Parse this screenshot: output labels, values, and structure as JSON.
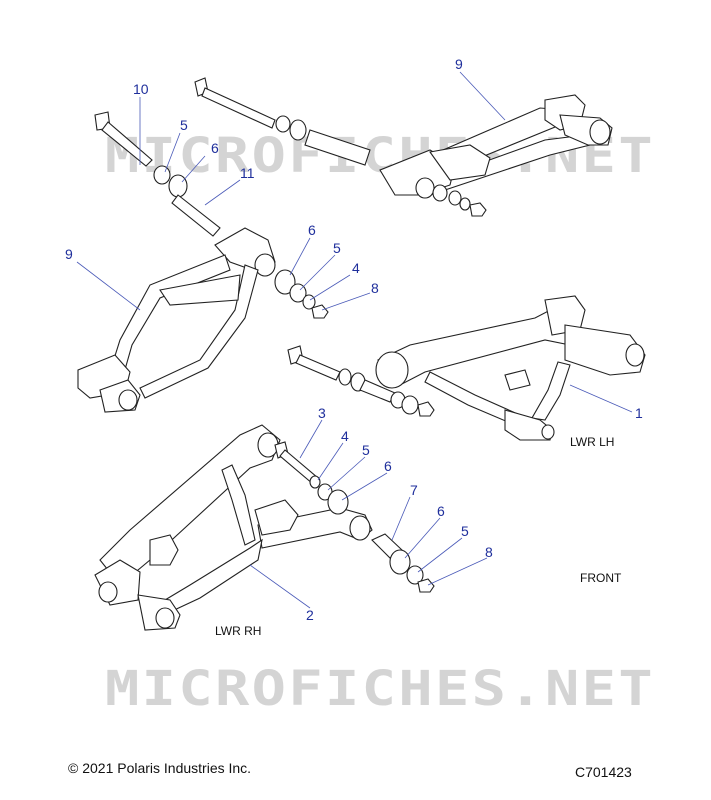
{
  "watermark": "MICROFICHES.NET",
  "labels": {
    "lwr_lh": "LWR LH",
    "lwr_rh": "LWR RH",
    "front": "FRONT"
  },
  "callouts": [
    "10",
    "5",
    "6",
    "11",
    "9",
    "9",
    "6",
    "5",
    "4",
    "8",
    "1",
    "3",
    "4",
    "5",
    "6",
    "7",
    "6",
    "5",
    "8",
    "2"
  ],
  "footer": {
    "copyright": "© 2021 Polaris Industries Inc.",
    "drawing_number": "C701423"
  },
  "colors": {
    "callout": "#1f2f9c",
    "leader": "#4a5ab8",
    "watermark": "#d4d4d4"
  }
}
